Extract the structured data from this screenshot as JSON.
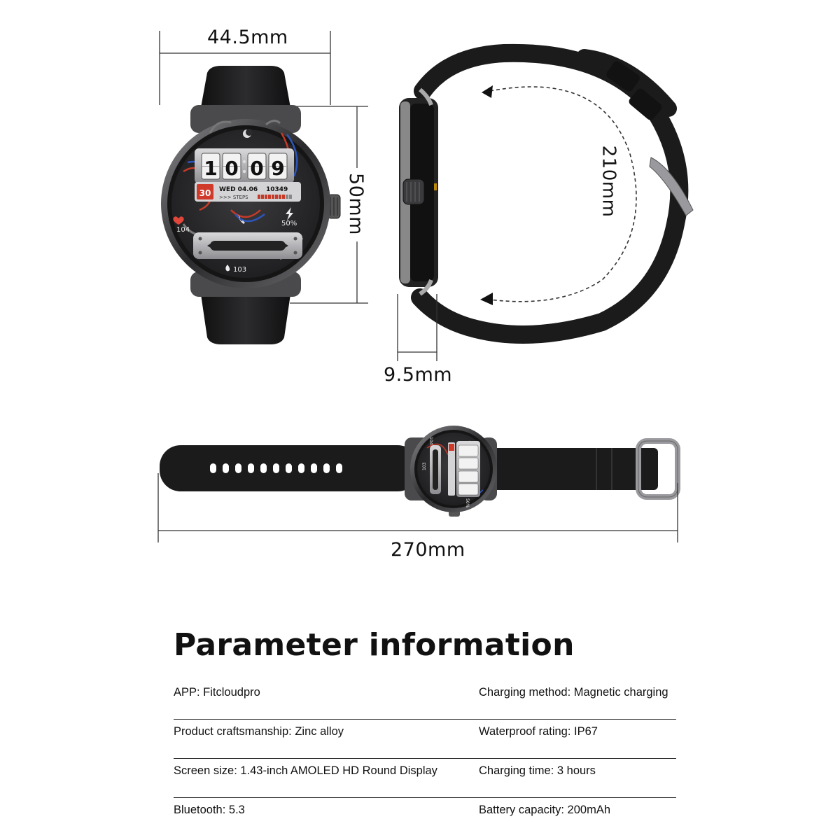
{
  "dimensions": {
    "width": "44.5mm",
    "height": "50mm",
    "thickness": "9.5mm",
    "strap_circumference": "210mm",
    "total_length": "270mm"
  },
  "watch_face": {
    "time_h1": "1",
    "time_h2": "0",
    "time_m1": "0",
    "time_m2": "9",
    "time_compact": "10:09",
    "day_badge": "30",
    "date": "WED 04.06",
    "steps_value": "10349",
    "steps_label": ">>> STEPS",
    "heart_rate": "104",
    "battery": "50%",
    "calories": "103"
  },
  "section_title": "Parameter information",
  "parameters": [
    {
      "left": "APP: Fitcloudpro",
      "right": "Charging method: Magnetic charging"
    },
    {
      "left": "Product craftsmanship: Zinc alloy",
      "right": "Waterproof rating: IP67"
    },
    {
      "left": "Screen size: 1.43-inch AMOLED HD Round Display",
      "right": "Charging time: 3 hours"
    },
    {
      "left": "Bluetooth: 5.3",
      "right": "Battery capacity: 200mAh"
    }
  ],
  "colors": {
    "strap": "#1c1c1c",
    "bezel": "#3a3a3c",
    "face": "#2b2b2d",
    "accent_red": "#d03a2a",
    "dimension_line": "#333333"
  }
}
